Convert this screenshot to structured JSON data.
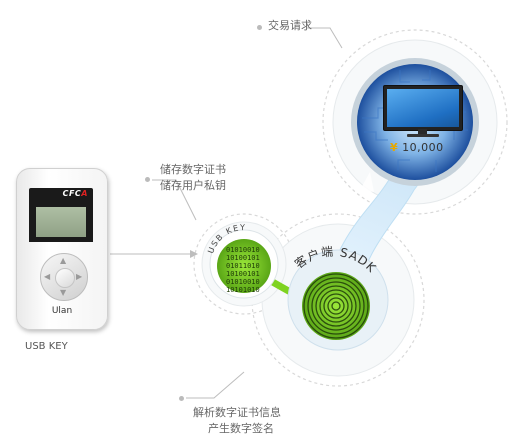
{
  "labels": {
    "transaction_request": "交易请求",
    "store_certificate": "储存数字证书",
    "store_private_key": "储存用户私钥",
    "parse_certificate": "解析数字证书信息",
    "generate_signature": "产生数字签名",
    "usb_key_caption": "USB KEY"
  },
  "device": {
    "brand_prefix": "CFC",
    "brand_accent": "A",
    "model": "Ulan"
  },
  "usb_node": {
    "arc_text": "USB KEY",
    "binary_rows": [
      "01010010",
      "10100101",
      "01011010",
      "10100101",
      "01010010",
      "10101010"
    ]
  },
  "client_node": {
    "arc_text": "客户端 SADK"
  },
  "computer": {
    "price": "10,000",
    "currency_symbol": "¥"
  },
  "colors": {
    "accent_green": "#7fd321",
    "accent_blue": "#1f5fb8",
    "flow_pale": "#dff0fb"
  }
}
